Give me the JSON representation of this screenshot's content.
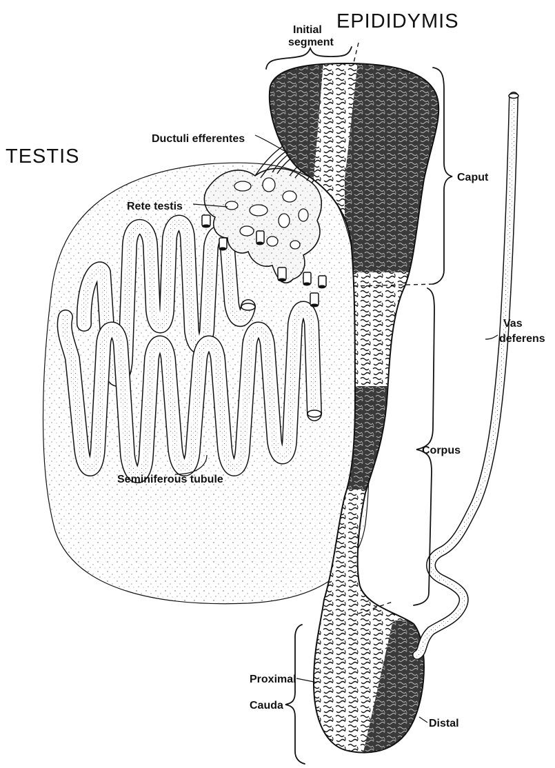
{
  "titles": {
    "epididymis": "EPIDIDYMIS",
    "testis": "TESTIS"
  },
  "labels": {
    "initial_segment_line1": "Initial",
    "initial_segment_line2": "segment",
    "ductuli_efferentes": "Ductuli efferentes",
    "rete_testis": "Rete testis",
    "caput": "Caput",
    "vas_deferens_line1": "Vas",
    "vas_deferens_line2": "deferens",
    "corpus": "Corpus",
    "seminiferous_tubule": "Seminiferous tubule",
    "proximal": "Proximal",
    "cauda": "Cauda",
    "distal": "Distal"
  },
  "colors": {
    "ink": "#111111",
    "dark_segment": "#3a3a3a",
    "light_segment": "#ffffff",
    "stipple": "#555555"
  }
}
